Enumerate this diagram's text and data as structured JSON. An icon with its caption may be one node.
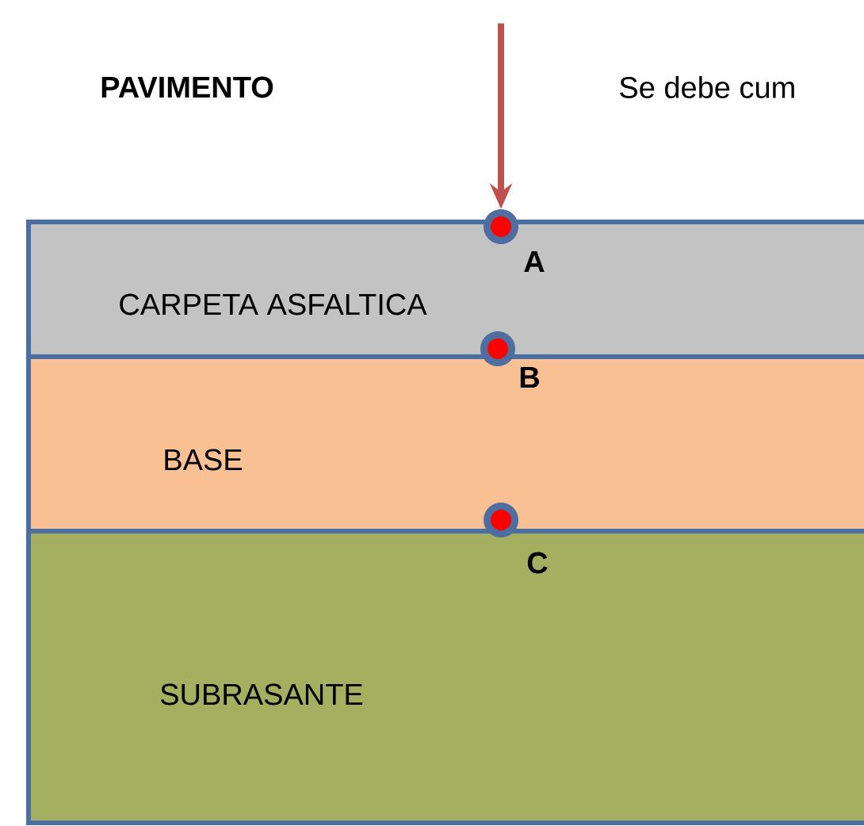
{
  "diagram": {
    "title": "PAVIMENTO",
    "nodes": [
      {
        "text": [
          "CARPETA ASFALTICA"
        ]
      },
      {
        "text": [
          "BASE"
        ]
      },
      {
        "text": [
          "SUBRASANTE"
        ]
      },
      {
        "text": [],
        "shape": "circle",
        "beside": [
          "A"
        ]
      },
      {
        "text": [],
        "shape": "circle",
        "beside": [
          "B"
        ]
      },
      {
        "text": [],
        "shape": "circle",
        "beside": [
          "C"
        ]
      }
    ],
    "edges": [
      {
        "from": null,
        "to": 3,
        "arrow": "to"
      }
    ],
    "labels": [
      "Se debe cum"
    ]
  }
}
